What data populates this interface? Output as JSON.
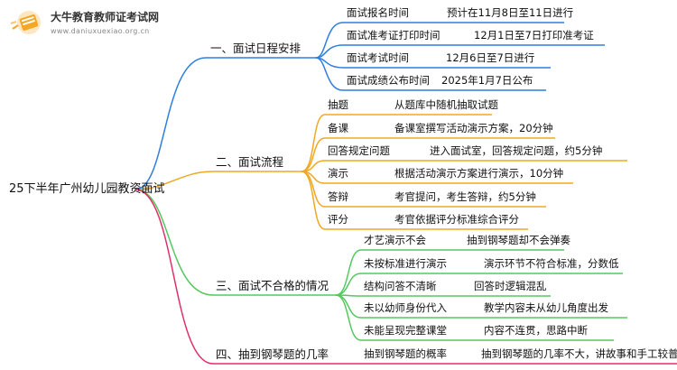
{
  "brand": {
    "name": "大牛教育教师证考试网",
    "url": "www.daniuxuexiao.org.cn"
  },
  "root": "25下半年广州幼儿园教资面试",
  "colors": {
    "b1": "#2d7fe0",
    "b2": "#f0a820",
    "b3": "#55c860",
    "b4": "#e0306a"
  },
  "branches": [
    {
      "label": "一、面试日程安排",
      "items": [
        {
          "label": "面试报名时间",
          "detail": "预计在11月8日至11日进行"
        },
        {
          "label": "面试准考证打印时间",
          "detail": "12月1日至7日打印准考证"
        },
        {
          "label": "面试考试时间",
          "detail": "12月6日至7日进行"
        },
        {
          "label": "面试成绩公布时间",
          "detail": "2025年1月7日公布"
        }
      ]
    },
    {
      "label": "二、面试流程",
      "items": [
        {
          "label": "抽题",
          "detail": "从题库中随机抽取试题"
        },
        {
          "label": "备课",
          "detail": "备课室撰写活动演示方案，20分钟"
        },
        {
          "label": "回答规定问题",
          "detail": "进入面试室，回答规定问题，约5分钟"
        },
        {
          "label": "演示",
          "detail": "根据活动演示方案进行演示，10分钟"
        },
        {
          "label": "答辩",
          "detail": "考官提问，考生答辩，约5分钟"
        },
        {
          "label": "评分",
          "detail": "考官依据评分标准综合评分"
        }
      ]
    },
    {
      "label": "三、面试不合格的情况",
      "items": [
        {
          "label": "才艺演示不会",
          "detail": "抽到钢琴题却不会弹奏"
        },
        {
          "label": "未按标准进行演示",
          "detail": "演示环节不符合标准，分数低"
        },
        {
          "label": "结构问答不清晰",
          "detail": "回答时逻辑混乱"
        },
        {
          "label": "未以幼师身份代入",
          "detail": "教学内容未从幼儿角度出发"
        },
        {
          "label": "未能呈现完整课堂",
          "detail": "内容不连贯，思路中断"
        }
      ]
    },
    {
      "label": "四、抽到钢琴题的几率",
      "items": [
        {
          "label": "抽到钢琴题的概率",
          "detail": "抽到钢琴题的几率不大，讲故事和手工较普遍"
        }
      ]
    }
  ]
}
